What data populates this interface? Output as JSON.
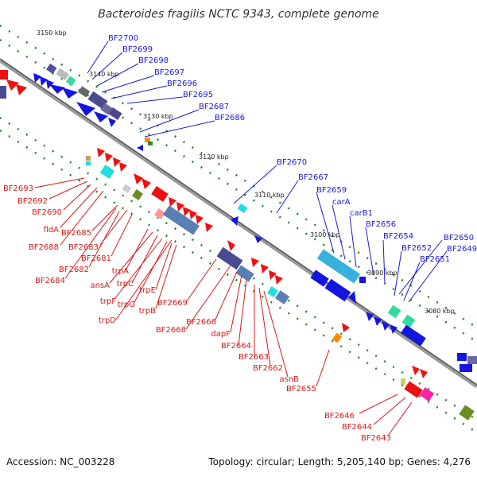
{
  "title": "Bacteroides fragilis NCTC 9343, complete genome",
  "footer": {
    "accession": "Accession: NC_003228",
    "info": "Topology: circular; Length: 5,205,140 bp; Genes: 4,276"
  },
  "colors": {
    "forward_label": "#1a1ad6",
    "reverse_label": "#d61a1a",
    "forward_gene": "#1515e0",
    "reverse_gene": "#ee1111",
    "backbone": "#888888"
  },
  "scale_labels": [
    "3150 kbp",
    "3140 kbp",
    "3130 kbp",
    "3120 kbp",
    "3110 kbp",
    "3100 kbp",
    "3090 kbp",
    "3080 kbp"
  ],
  "forward_labels": [
    "BF2700",
    "BF2699",
    "BF2698",
    "BF2697",
    "BF2696",
    "BF2695",
    "BF2687",
    "BF2686",
    "BF2670",
    "BF2667",
    "BF2659",
    "carA",
    "carB1",
    "BF2656",
    "BF2654",
    "BF2652",
    "BF2651",
    "BF2650",
    "BF2649"
  ],
  "reverse_labels": [
    "BF2693",
    "BF2692",
    "BF2690",
    "fldA",
    "BF2685",
    "BF2688",
    "BF2683",
    "BF2681",
    "BF2682",
    "BF2684",
    "trpA",
    "ansA",
    "trpC",
    "trpF",
    "trpG",
    "trpE",
    "trpB",
    "trpD",
    "BF2669",
    "BF2668",
    "BF2666",
    "dapF",
    "BF2664",
    "BF2663",
    "BF2662",
    "asnB",
    "BF2655",
    "BF2646",
    "BF2644",
    "BF2643"
  ]
}
